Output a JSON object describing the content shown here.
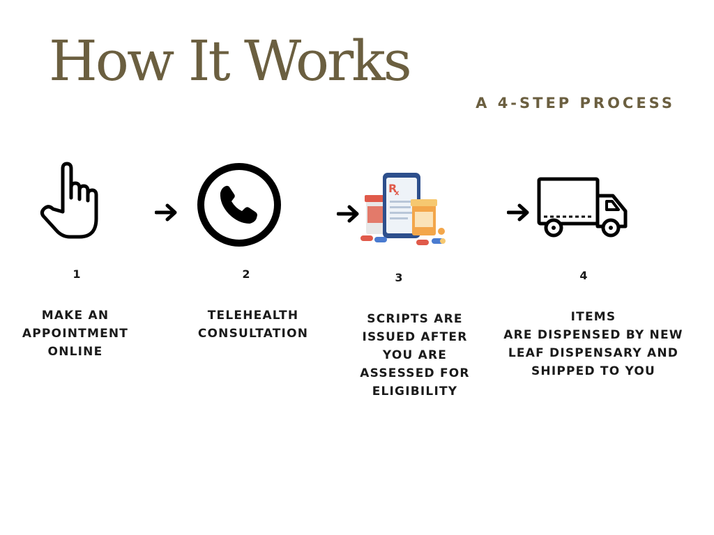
{
  "header": {
    "title": "How It Works",
    "subtitle": "A 4-STEP PROCESS"
  },
  "colors": {
    "accent": "#6b5f40",
    "text": "#1a1a1a",
    "background": "#ffffff"
  },
  "steps": [
    {
      "number": "1",
      "icon": "pointing-hand-icon",
      "lines": [
        "MAKE AN",
        "APPOINTMENT",
        "ONLINE"
      ]
    },
    {
      "number": "2",
      "icon": "phone-icon",
      "lines": [
        "TELEHEALTH",
        "CONSULTATION"
      ]
    },
    {
      "number": "3",
      "icon": "prescription-pills-icon",
      "lines": [
        "SCRIPTS ARE",
        "ISSUED AFTER",
        "YOU ARE",
        "ASSESSED FOR",
        "ELIGIBILITY"
      ]
    },
    {
      "number": "4",
      "icon": "delivery-truck-icon",
      "lines": [
        "ITEMS",
        "ARE DISPENSED BY NEW",
        "LEAF DISPENSARY AND",
        "SHIPPED TO YOU"
      ]
    }
  ]
}
